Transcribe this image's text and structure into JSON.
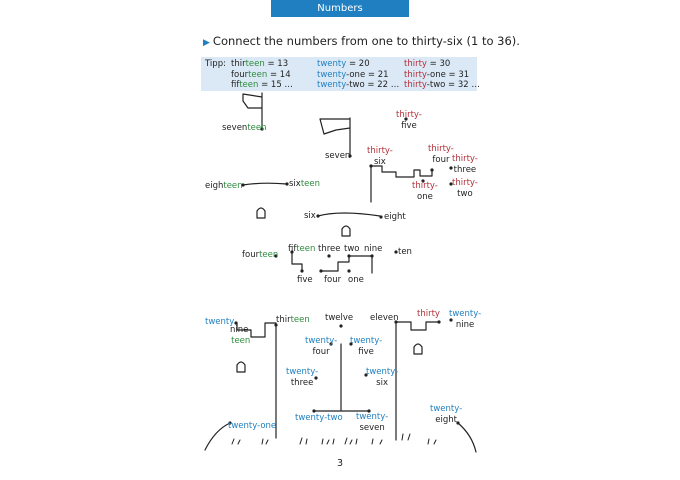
{
  "header": {
    "title": "Numbers"
  },
  "instruction": "Connect the numbers from one to thirty-six (1 to 36).",
  "tip": {
    "label": "Tipp:",
    "col1": [
      [
        "thir",
        "teen",
        " = 13"
      ],
      [
        "four",
        "teen",
        " = 14"
      ],
      [
        "fif",
        "teen",
        " = 15 …"
      ]
    ],
    "col2": [
      [
        "twenty",
        " = 20"
      ],
      [
        "twenty",
        "-one = 21"
      ],
      [
        "twenty",
        "-two = 22 …"
      ]
    ],
    "col3": [
      [
        "thirty",
        " = 30"
      ],
      [
        "thirty",
        "-one = 31"
      ],
      [
        "thirty",
        "-two = 32 …"
      ]
    ]
  },
  "labels": {
    "seventeen": [
      "seven",
      "teen"
    ],
    "seven": "seven",
    "eighteen": [
      "eigh",
      "teen"
    ],
    "sixteen": [
      "six",
      "teen"
    ],
    "six": "six",
    "eight": "eight",
    "fourteen": [
      "four",
      "teen"
    ],
    "fifteen": [
      "fif",
      "teen"
    ],
    "three": "three",
    "two": "two",
    "nine": "nine",
    "ten": "ten",
    "five": "five",
    "four": "four",
    "one": "one",
    "thirty_five": [
      "thirty-",
      "five"
    ],
    "thirty_six": [
      "thirty-",
      "six"
    ],
    "thirty_four": [
      "thirty-",
      "four"
    ],
    "thirty_three": [
      "thirty-",
      "three"
    ],
    "thirty_one": [
      "thirty-",
      "one"
    ],
    "thirty_two": [
      "thirty-",
      "two"
    ],
    "twenty": "twenty",
    "nineteen": [
      "nine-",
      "teen"
    ],
    "thirteen": [
      "thir",
      "teen"
    ],
    "twelve": "twelve",
    "eleven": "eleven",
    "thirty": "thirty",
    "twenty_nine": [
      "twenty-",
      "nine"
    ],
    "twenty_four": [
      "twenty-",
      "four"
    ],
    "twenty_five": [
      "twenty-",
      "five"
    ],
    "twenty_three": [
      "twenty-",
      "three"
    ],
    "twenty_six": [
      "twenty-",
      "six"
    ],
    "twenty_eight": [
      "twenty-",
      "eight"
    ],
    "twenty_two": "twenty-two",
    "twenty_seven": [
      "twenty-",
      "seven"
    ],
    "twenty_one": "twenty-one"
  },
  "page_number": "3",
  "colors": {
    "tab": "#1f7fc1",
    "tip_bg": "#dbe9f6",
    "teen": "#2e8b3e",
    "twenty": "#1f7fc1",
    "thirty": "#b2303a"
  }
}
